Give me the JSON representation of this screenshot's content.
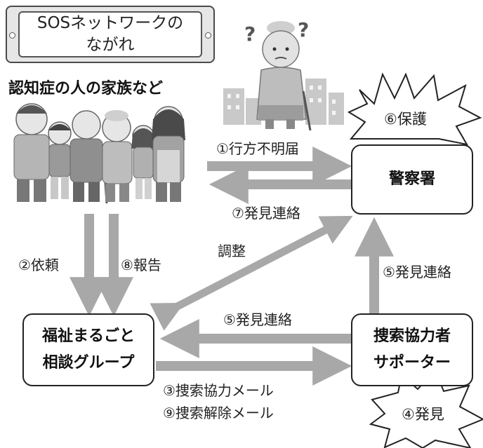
{
  "title": {
    "line1": "SOSネットワークの",
    "line2": "ながれ"
  },
  "family_label": "認知症の人の家族など",
  "police": {
    "label": "警察署"
  },
  "welfare": {
    "line1": "福祉まるごと",
    "line2": "相談グループ"
  },
  "searcher": {
    "line1": "捜索協力者",
    "line2": "サポーター"
  },
  "steps": {
    "s1": "①行方不明届",
    "s7": "⑦発見連絡",
    "s2": "②依頼",
    "s8": "⑧報告",
    "adjust": "調整",
    "s5_right": "⑤発見連絡",
    "s5_mid": "⑤発見連絡",
    "s3": "③捜索協力メール",
    "s9": "⑨捜索解除メール"
  },
  "bursts": {
    "protect": "⑥保護",
    "found": "④発見"
  },
  "colors": {
    "arrow": "#a8a8a8",
    "burst_stroke": "#222222"
  }
}
